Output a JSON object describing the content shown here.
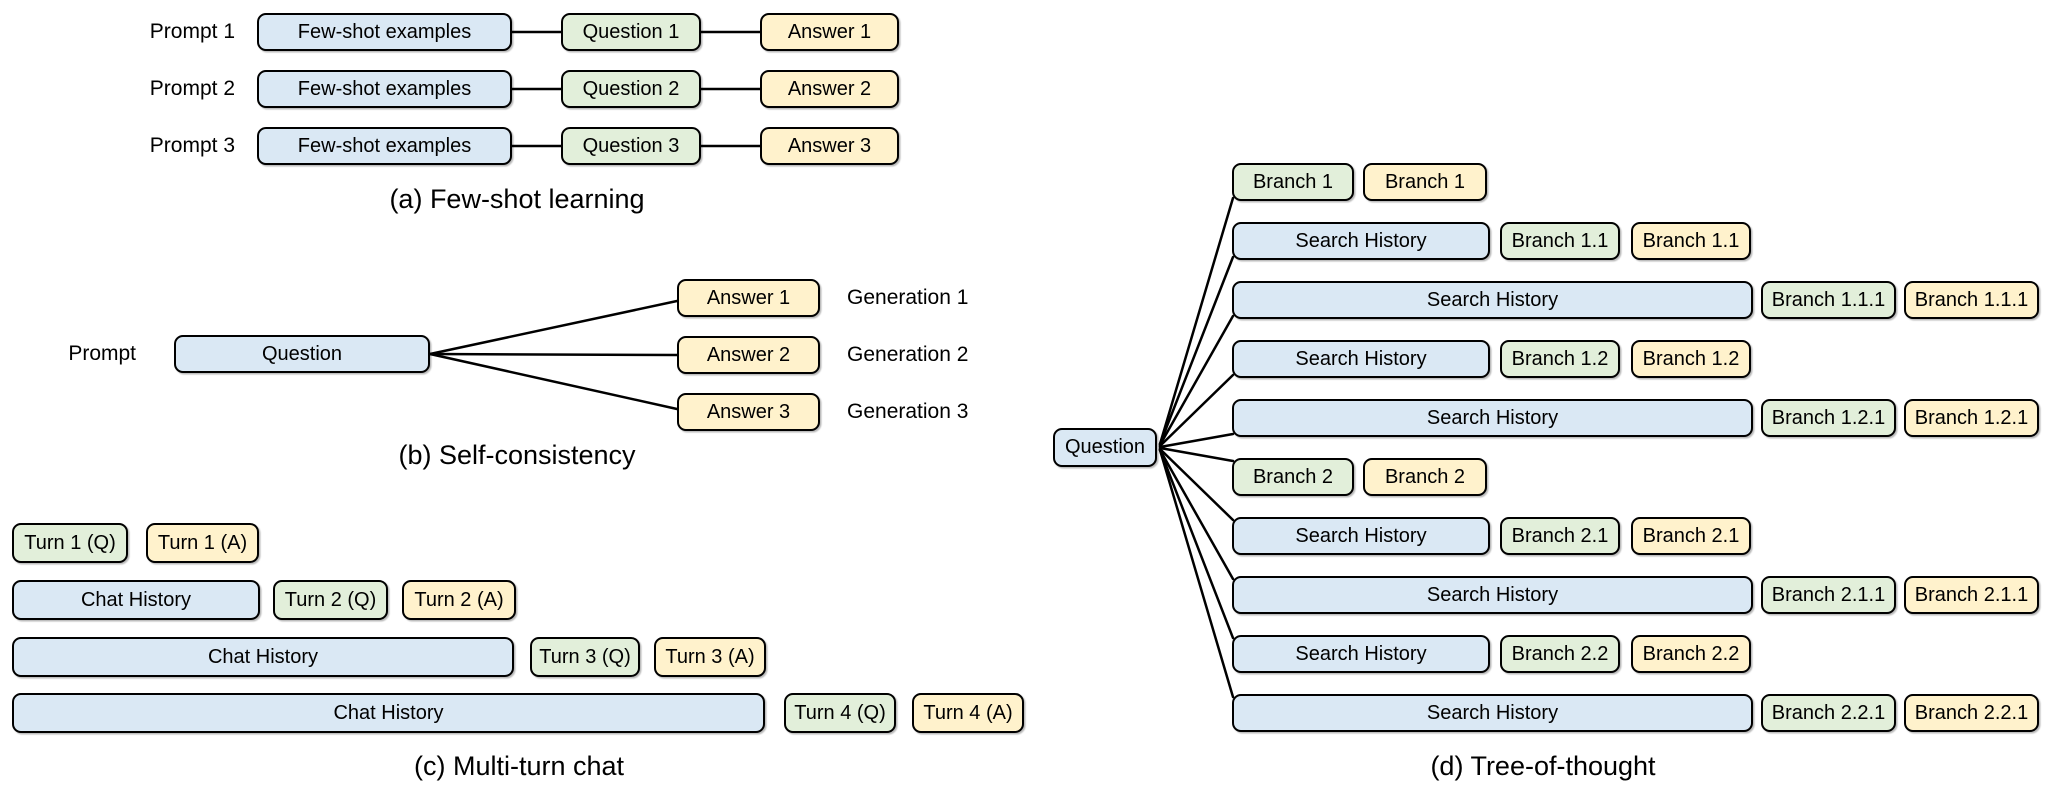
{
  "colors": {
    "box_blue": "#dae8f4",
    "box_green": "#e2efda",
    "box_yellow": "#fff2cc",
    "border": "#000000",
    "background": "#ffffff"
  },
  "panels": {
    "a": {
      "caption": "(a) Few-shot learning",
      "rows": [
        {
          "label": "Prompt 1",
          "fewshot": "Few-shot examples",
          "question": "Question 1",
          "answer": "Answer 1"
        },
        {
          "label": "Prompt 2",
          "fewshot": "Few-shot examples",
          "question": "Question 2",
          "answer": "Answer 2"
        },
        {
          "label": "Prompt 3",
          "fewshot": "Few-shot examples",
          "question": "Question 3",
          "answer": "Answer 3"
        }
      ]
    },
    "b": {
      "caption": "(b) Self-consistency",
      "prompt_label": "Prompt",
      "question": "Question",
      "items": [
        {
          "answer": "Answer 1",
          "generation": "Generation 1"
        },
        {
          "answer": "Answer 2",
          "generation": "Generation 2"
        },
        {
          "answer": "Answer 3",
          "generation": "Generation 3"
        }
      ]
    },
    "c": {
      "caption": "(c) Multi-turn chat",
      "rows": [
        {
          "q": "Turn 1 (Q)",
          "a": "Turn 1 (A)"
        },
        {
          "history": "Chat History",
          "q": "Turn 2 (Q)",
          "a": "Turn 2 (A)"
        },
        {
          "history": "Chat History",
          "q": "Turn 3 (Q)",
          "a": "Turn 3 (A)"
        },
        {
          "history": "Chat History",
          "q": "Turn 4 (Q)",
          "a": "Turn 4 (A)"
        }
      ]
    },
    "d": {
      "caption": "(d) Tree-of-thought",
      "question": "Question",
      "rows": [
        {
          "branch_q": "Branch 1",
          "branch_a": "Branch 1"
        },
        {
          "history": "Search History",
          "branch_q": "Branch 1.1",
          "branch_a": "Branch 1.1"
        },
        {
          "history": "Search History",
          "branch_q": "Branch 1.1.1",
          "branch_a": "Branch 1.1.1"
        },
        {
          "history": "Search History",
          "branch_q": "Branch 1.2",
          "branch_a": "Branch 1.2"
        },
        {
          "history": "Search History",
          "branch_q": "Branch 1.2.1",
          "branch_a": "Branch 1.2.1"
        },
        {
          "branch_q": "Branch 2",
          "branch_a": "Branch 2"
        },
        {
          "history": "Search History",
          "branch_q": "Branch 2.1",
          "branch_a": "Branch 2.1"
        },
        {
          "history": "Search History",
          "branch_q": "Branch 2.1.1",
          "branch_a": "Branch 2.1.1"
        },
        {
          "history": "Search History",
          "branch_q": "Branch 2.2",
          "branch_a": "Branch 2.2"
        },
        {
          "history": "Search History",
          "branch_q": "Branch 2.2.1",
          "branch_a": "Branch 2.2.1"
        }
      ]
    }
  }
}
